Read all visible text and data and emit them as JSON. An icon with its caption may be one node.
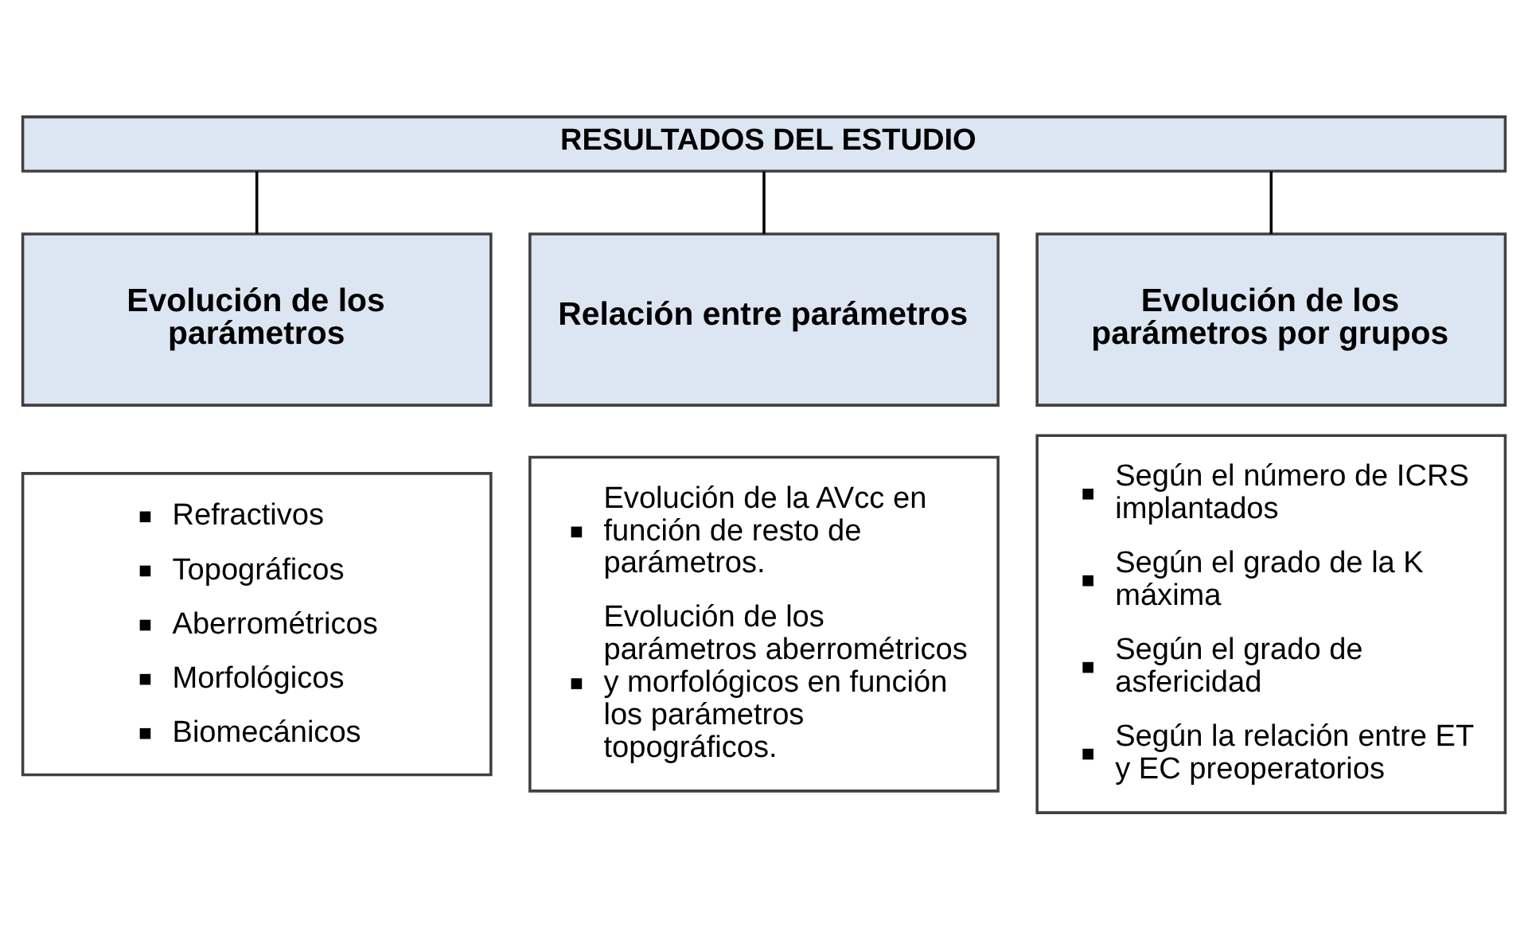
{
  "diagram": {
    "nodes": [
      {
        "text": [
          "RESULTADOS DEL ESTUDIO"
        ]
      },
      {
        "text": [
          "Evolución de los parámetros"
        ]
      },
      {
        "text": [
          "Relación entre parámetros"
        ]
      },
      {
        "text": [
          "Evolución de los parámetros por grupos"
        ]
      },
      {
        "text": [
          "Refractivos",
          "Topográficos",
          "Aberrométricos",
          "Morfológicos",
          "Biomecánicos"
        ]
      },
      {
        "text": [
          "Evolución de la AVcc en función de resto de parámetros.",
          "Evolución de los parámetros aberrométricos y morfológicos en función los parámetros topográficos."
        ]
      },
      {
        "text": [
          "Según el número de ICRS implantados",
          "Según el grado de la K máxima",
          "Según el grado de asfericidad",
          "Según la relación entre ET y EC preoperatorios"
        ]
      }
    ],
    "edges": [
      {
        "from": 0,
        "to": 1,
        "arrow": "none"
      },
      {
        "from": 0,
        "to": 2,
        "arrow": "none"
      },
      {
        "from": 0,
        "to": 3,
        "arrow": "none"
      }
    ]
  }
}
